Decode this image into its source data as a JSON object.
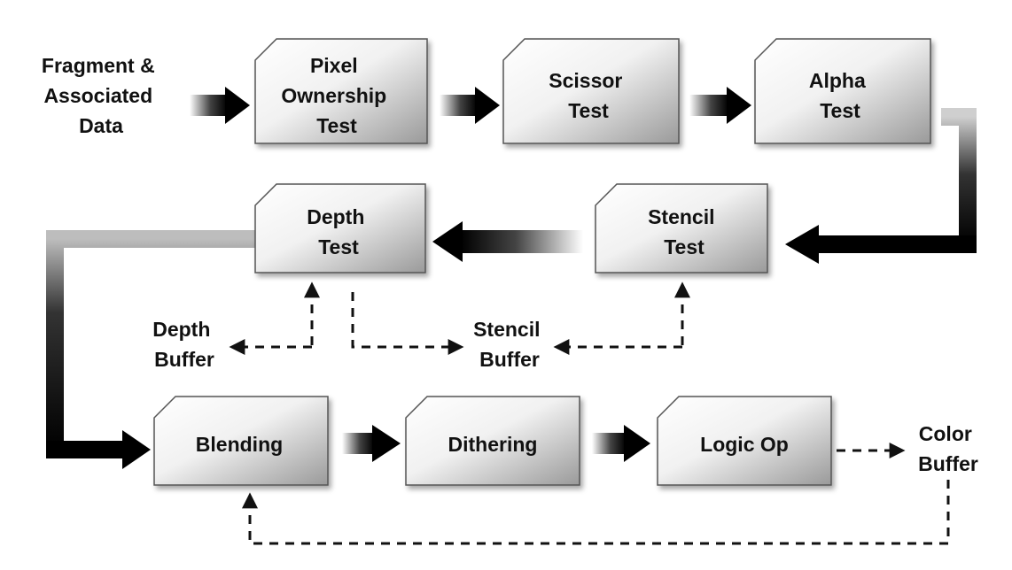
{
  "source_label": [
    "Fragment &",
    "Associated",
    "Data"
  ],
  "nodes": {
    "pixel_ownership": [
      "Pixel",
      "Ownership",
      "Test"
    ],
    "scissor": [
      "Scissor",
      "Test"
    ],
    "alpha": [
      "Alpha",
      "Test"
    ],
    "stencil_test": [
      "Stencil",
      "Test"
    ],
    "depth_test": [
      "Depth",
      "Test"
    ],
    "blending": [
      "Blending"
    ],
    "dithering": [
      "Dithering"
    ],
    "logic_op": [
      "Logic Op"
    ]
  },
  "buffers": {
    "depth_buffer": [
      "Depth",
      "Buffer"
    ],
    "stencil_buffer": [
      "Stencil",
      "Buffer"
    ],
    "color_buffer": [
      "Color",
      "Buffer"
    ]
  }
}
